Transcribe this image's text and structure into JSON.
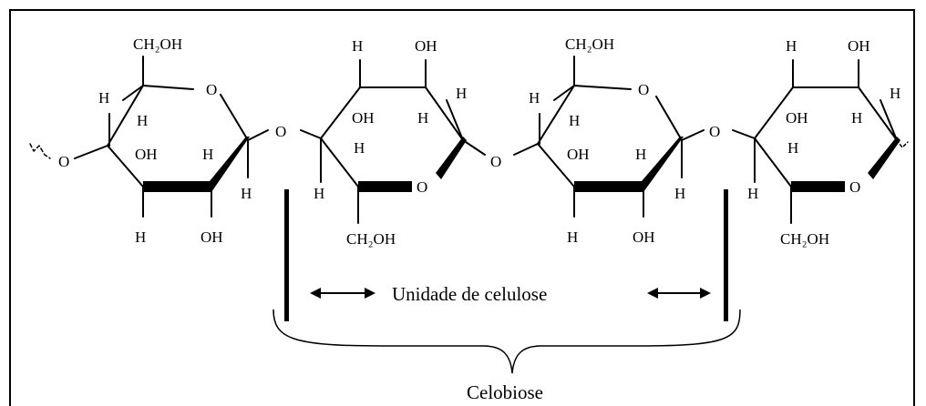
{
  "diagram": {
    "units": [
      {
        "ring_o": "O",
        "top_sub": "CH₂OH",
        "upper_left_h": "H",
        "inner_h": "H",
        "inner_oh": "OH",
        "inner_h2": "H",
        "bottom_h": "H",
        "bottom_oh": "OH",
        "anomeric_h": "H"
      },
      {
        "ring_o": "O",
        "top_h": "H",
        "top_oh": "OH",
        "inner_oh": "OH",
        "inner_h": "H",
        "right_h": "H",
        "inner_h2": "H",
        "left_h": "H",
        "bottom_sub": "CH₂OH"
      },
      {
        "ring_o": "O",
        "top_sub": "CH₂OH",
        "upper_left_h": "H",
        "inner_h": "H",
        "inner_oh": "OH",
        "inner_h2": "H",
        "bottom_h": "H",
        "bottom_oh": "OH",
        "anomeric_h": "H"
      },
      {
        "ring_o": "O",
        "top_h": "H",
        "top_oh": "OH",
        "inner_oh": "OH",
        "inner_h": "H",
        "right_h": "H",
        "inner_h2": "H",
        "left_h": "H",
        "bottom_sub": "CH₂OH"
      }
    ],
    "linkage_o": [
      "O",
      "O",
      "O",
      "O"
    ],
    "label_unit": "Unidade de celulose",
    "label_cellobiose": "Celobiose",
    "colors": {
      "ink": "#000000",
      "background": "#ffffff"
    }
  }
}
